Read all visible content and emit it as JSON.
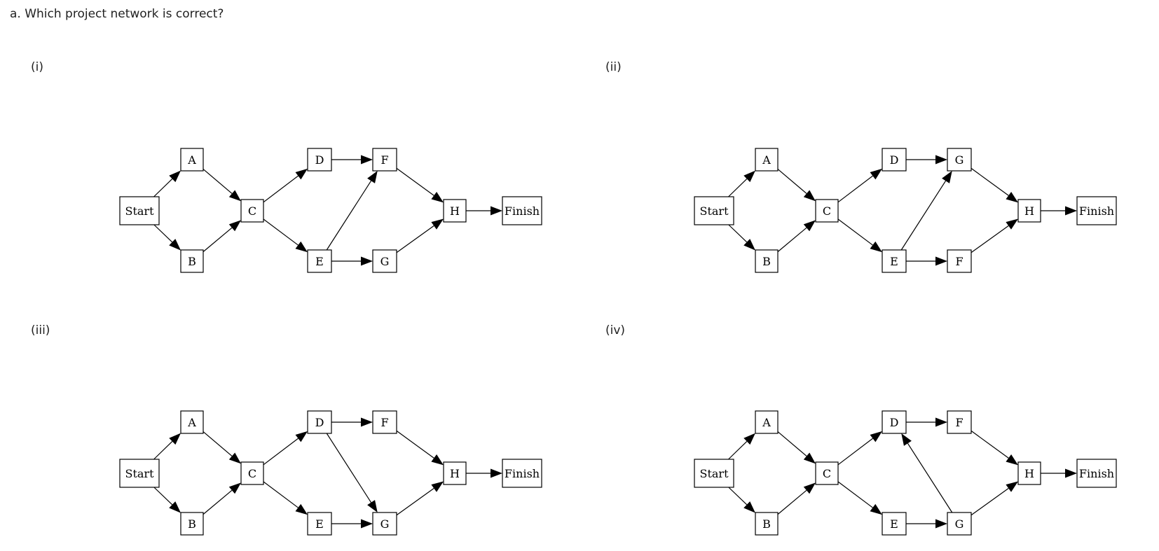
{
  "question": "a. Which project network is correct?",
  "options": [
    {
      "label": "(i)",
      "edges": [
        [
          "Start",
          "A"
        ],
        [
          "Start",
          "B"
        ],
        [
          "A",
          "C"
        ],
        [
          "B",
          "C"
        ],
        [
          "C",
          "D"
        ],
        [
          "C",
          "E"
        ],
        [
          "D",
          "F"
        ],
        [
          "E",
          "F"
        ],
        [
          "E",
          "G"
        ],
        [
          "F",
          "H"
        ],
        [
          "G",
          "H"
        ],
        [
          "H",
          "Finish"
        ]
      ],
      "nodes": {
        "Start": "Start",
        "A": "A",
        "B": "B",
        "C": "C",
        "D": "D",
        "E": "E",
        "UR": "F",
        "LR": "G",
        "H": "H",
        "Finish": "Finish"
      },
      "map": {
        "F": "UR",
        "G": "LR"
      }
    },
    {
      "label": "(ii)",
      "edges": [
        [
          "Start",
          "A"
        ],
        [
          "Start",
          "B"
        ],
        [
          "A",
          "C"
        ],
        [
          "B",
          "C"
        ],
        [
          "C",
          "D"
        ],
        [
          "C",
          "E"
        ],
        [
          "D",
          "G"
        ],
        [
          "E",
          "G"
        ],
        [
          "E",
          "F"
        ],
        [
          "G",
          "H"
        ],
        [
          "F",
          "H"
        ],
        [
          "H",
          "Finish"
        ]
      ],
      "nodes": {
        "Start": "Start",
        "A": "A",
        "B": "B",
        "C": "C",
        "D": "D",
        "E": "E",
        "UR": "G",
        "LR": "F",
        "H": "H",
        "Finish": "Finish"
      },
      "map": {
        "G": "UR",
        "F": "LR"
      }
    },
    {
      "label": "(iii)",
      "edges": [
        [
          "Start",
          "A"
        ],
        [
          "Start",
          "B"
        ],
        [
          "A",
          "C"
        ],
        [
          "B",
          "C"
        ],
        [
          "C",
          "D"
        ],
        [
          "C",
          "E"
        ],
        [
          "D",
          "F"
        ],
        [
          "D",
          "G"
        ],
        [
          "E",
          "G"
        ],
        [
          "F",
          "H"
        ],
        [
          "G",
          "H"
        ],
        [
          "H",
          "Finish"
        ]
      ],
      "nodes": {
        "Start": "Start",
        "A": "A",
        "B": "B",
        "C": "C",
        "D": "D",
        "E": "E",
        "UR": "F",
        "LR": "G",
        "H": "H",
        "Finish": "Finish"
      },
      "map": {
        "F": "UR",
        "G": "LR"
      }
    },
    {
      "label": "(iv)",
      "edges": [
        [
          "Start",
          "A"
        ],
        [
          "Start",
          "B"
        ],
        [
          "A",
          "C"
        ],
        [
          "B",
          "C"
        ],
        [
          "C",
          "D"
        ],
        [
          "C",
          "E"
        ],
        [
          "D",
          "F"
        ],
        [
          "E",
          "G"
        ],
        [
          "G",
          "D"
        ],
        [
          "F",
          "H"
        ],
        [
          "G",
          "H"
        ],
        [
          "H",
          "Finish"
        ]
      ],
      "nodes": {
        "Start": "Start",
        "A": "A",
        "B": "B",
        "C": "C",
        "D": "D",
        "E": "E",
        "UR": "F",
        "LR": "G",
        "H": "H",
        "Finish": "Finish"
      },
      "map": {
        "F": "UR",
        "G": "LR"
      }
    }
  ]
}
